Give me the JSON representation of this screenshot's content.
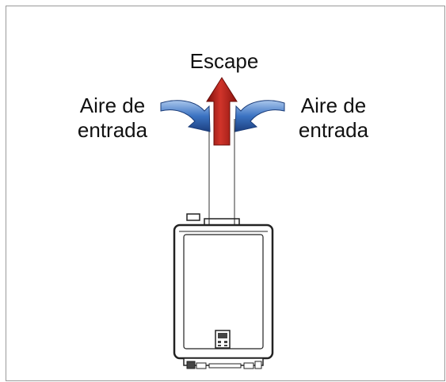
{
  "diagram": {
    "labels": {
      "exhaust": "Escape",
      "intake_left_line1": "Aire de",
      "intake_left_line2": "entrada",
      "intake_right_line1": "Aire de",
      "intake_right_line2": "entrada"
    },
    "colors": {
      "exhaust_arrow": "#b01e18",
      "intake_arrows": "#2f66b4",
      "heater_outline": "#222222",
      "frame_border": "#9a9a9a"
    },
    "icons": [
      "exhaust-arrow-icon",
      "intake-arrow-left-icon",
      "intake-arrow-right-icon",
      "water-heater-icon",
      "control-panel-icon"
    ]
  }
}
